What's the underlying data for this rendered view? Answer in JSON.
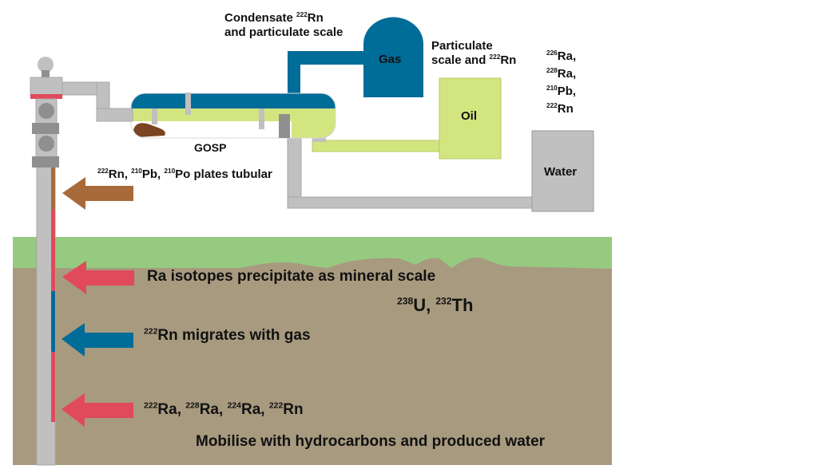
{
  "title": "Pathways of naturally occurring radioactive materials in oil and gas production",
  "colors": {
    "gas_blue": "#006c98",
    "oil_green": "#d3e57e",
    "pipe_grey": "#c0c0c0",
    "dark_grey": "#8f8f8f",
    "scale_red": "#e04a5a",
    "scale_brown": "#a86a3a",
    "sludge_brown": "#7a4520",
    "grass_green": "#95ca80",
    "soil_brown": "#a89a7f"
  },
  "labels": {
    "condensate": {
      "line1_pre": "Condensate ",
      "line1_sup": "222",
      "line1_post": "Rn",
      "line2": "and particulate scale"
    },
    "particulate": {
      "line1": "Particulate",
      "line2_pre": "scale and ",
      "line2_sup": "222",
      "line2_post": "Rn"
    },
    "isotopes_list": [
      {
        "sup": "226",
        "el": "Ra,"
      },
      {
        "sup": "228",
        "el": "Ra,"
      },
      {
        "sup": "210",
        "el": "Pb,"
      },
      {
        "sup": "222",
        "el": "Rn"
      }
    ],
    "gas": "Gas",
    "oil": "Oil",
    "water": "Water",
    "gosp": "GOSP",
    "tubular": {
      "s1": "222",
      "e1": "Rn, ",
      "s2": "210",
      "e2": "Pb, ",
      "s3": "210",
      "e3": "Po plates tubular"
    },
    "ra_scale": "Ra isotopes precipitate as mineral scale",
    "u_th": {
      "s1": "238",
      "e1": "U, ",
      "s2": "232",
      "e2": "Th"
    },
    "rn_gas": {
      "sup": "222",
      "text": "Rn migrates with gas"
    },
    "source_isotopes": {
      "s1": "222",
      "e1": "Ra, ",
      "s2": "228",
      "e2": "Ra, ",
      "s3": "224",
      "e3": "Ra, ",
      "s4": "222",
      "e4": "Rn"
    },
    "mobilise": "Mobilise with hydrocarbons and produced water"
  },
  "arrows": [
    {
      "name": "tubular-plating-arrow",
      "color": "scale_brown"
    },
    {
      "name": "ra-scale-arrow",
      "color": "scale_red"
    },
    {
      "name": "rn-gas-arrow",
      "color": "gas_blue"
    },
    {
      "name": "source-isotopes-arrow",
      "color": "scale_red"
    }
  ]
}
